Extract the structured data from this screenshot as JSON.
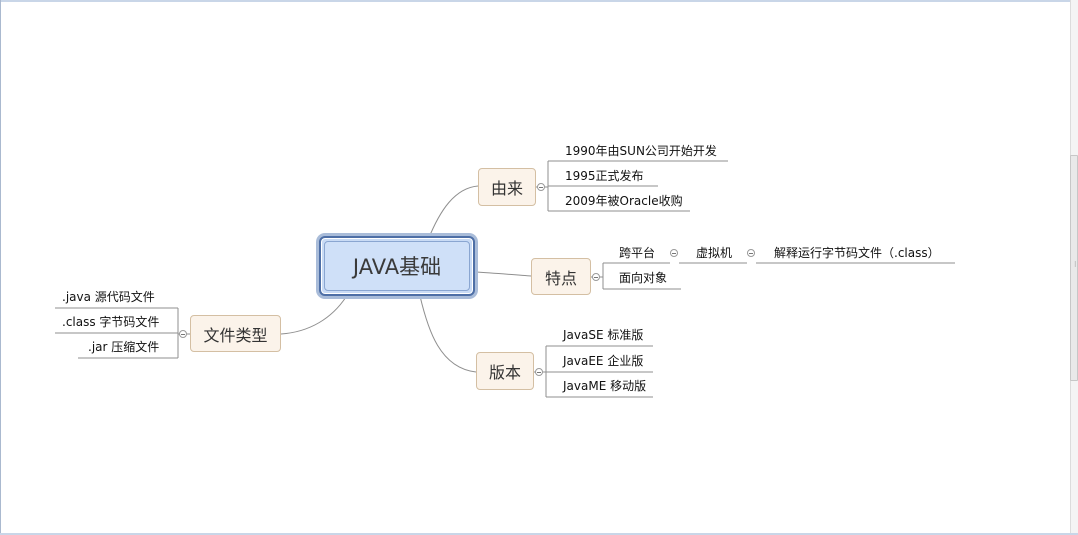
{
  "root": {
    "label": "JAVA基础"
  },
  "topics": {
    "origin": {
      "label": "由来",
      "items": [
        "1990年由SUN公司开始开发",
        "1995正式发布",
        "2009年被Oracle收购"
      ]
    },
    "features": {
      "label": "特点",
      "items": {
        "cross_platform": "跨平台",
        "vm": "虚拟机",
        "vm_detail": "解释运行字节码文件（.class）",
        "oop": "面向对象"
      }
    },
    "versions": {
      "label": "版本",
      "items": [
        "JavaSE 标准版",
        "JavaEE 企业版",
        "JavaME 移动版"
      ]
    },
    "file_types": {
      "label": "文件类型",
      "items": [
        ".java  源代码文件",
        ".class 字节码文件",
        ".jar 压缩文件"
      ]
    }
  },
  "colors": {
    "root_fill": "#c9dbf5",
    "root_border": "#4e6fa6",
    "topic_fill": "#fbf3ea",
    "topic_border": "#d4bfa3",
    "connector": "#8f8f8f"
  }
}
